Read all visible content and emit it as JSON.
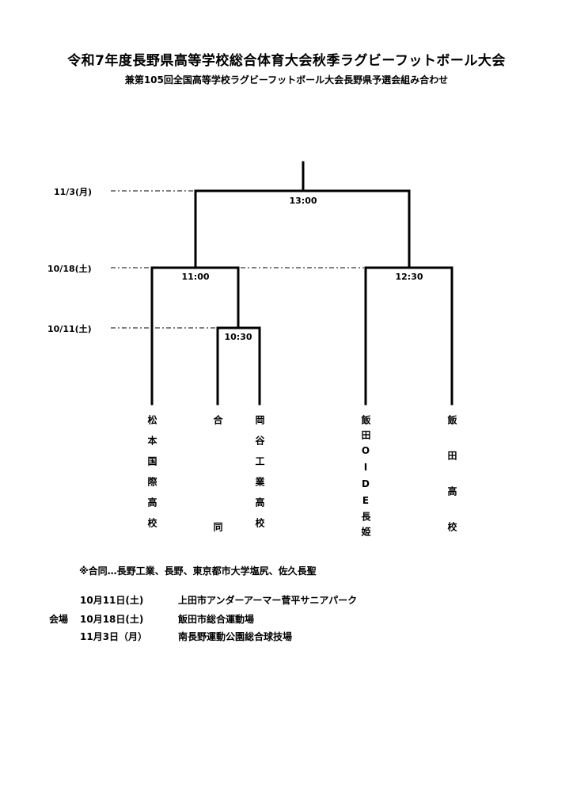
{
  "header": {
    "title": "令和7年度長野県高等学校総合体育大会秋季ラグビーフットボール大会",
    "subtitle": "兼第105回全国高等学校ラグビーフットボール大会長野県予選会組み合わせ"
  },
  "bracket": {
    "dates": {
      "final": "11/3(月)",
      "semi": "10/18(土)",
      "first": "10/11(土)"
    },
    "times": {
      "final": "13:00",
      "semi_left": "11:00",
      "semi_right": "12:30",
      "first": "10:30"
    },
    "teams": [
      {
        "name": "松本国際高校"
      },
      {
        "name": "合同"
      },
      {
        "name": "岡谷工業高校"
      },
      {
        "name": "飯田OIDE長姫"
      },
      {
        "name": "飯田高校"
      }
    ]
  },
  "note": "※合同…長野工業、長野、東京都市大学塩尻、佐久長聖",
  "venues": {
    "label": "会場",
    "rows": [
      {
        "date": "10月11日(土)",
        "place": "上田市アンダーアーマー菅平サニアパーク"
      },
      {
        "date": "10月18日(土)",
        "place": "飯田市総合運動場"
      },
      {
        "date": "11月3日（月）",
        "place": "南長野運動公園総合球技場"
      }
    ]
  }
}
